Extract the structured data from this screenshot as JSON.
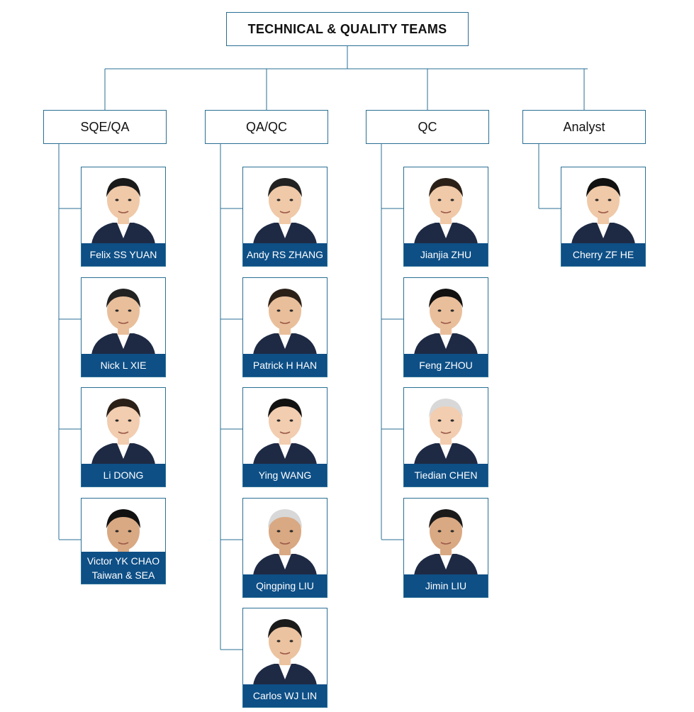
{
  "root": {
    "title": "TECHNICAL & QUALITY TEAMS"
  },
  "colors": {
    "border": "#2a6f94",
    "nameplate": "#0e4f86",
    "nameplate_text": "#ffffff",
    "suit": "#1e2a44"
  },
  "teams": [
    {
      "name": "SQE/QA",
      "members": [
        {
          "name": "Felix SS YUAN",
          "icon": "person-photo"
        },
        {
          "name": "Nick L XIE",
          "icon": "person-photo"
        },
        {
          "name": "Li DONG",
          "icon": "person-photo"
        },
        {
          "name": "Victor YK CHAO",
          "subtitle": "Taiwan & SEA",
          "icon": "person-photo"
        }
      ]
    },
    {
      "name": "QA/QC",
      "members": [
        {
          "name": "Andy RS ZHANG",
          "icon": "person-photo"
        },
        {
          "name": "Patrick H HAN",
          "icon": "person-photo"
        },
        {
          "name": "Ying WANG",
          "icon": "person-photo"
        },
        {
          "name": "Qingping LIU",
          "icon": "person-photo"
        },
        {
          "name": "Carlos WJ LIN",
          "icon": "person-photo"
        }
      ]
    },
    {
      "name": "QC",
      "members": [
        {
          "name": "Jianjia ZHU",
          "icon": "person-photo"
        },
        {
          "name": "Feng ZHOU",
          "icon": "person-photo"
        },
        {
          "name": "Tiedian CHEN",
          "icon": "person-photo"
        },
        {
          "name": "Jimin LIU",
          "icon": "person-photo"
        }
      ]
    },
    {
      "name": "Analyst",
      "members": [
        {
          "name": "Cherry ZF HE",
          "icon": "person-photo"
        }
      ]
    }
  ]
}
